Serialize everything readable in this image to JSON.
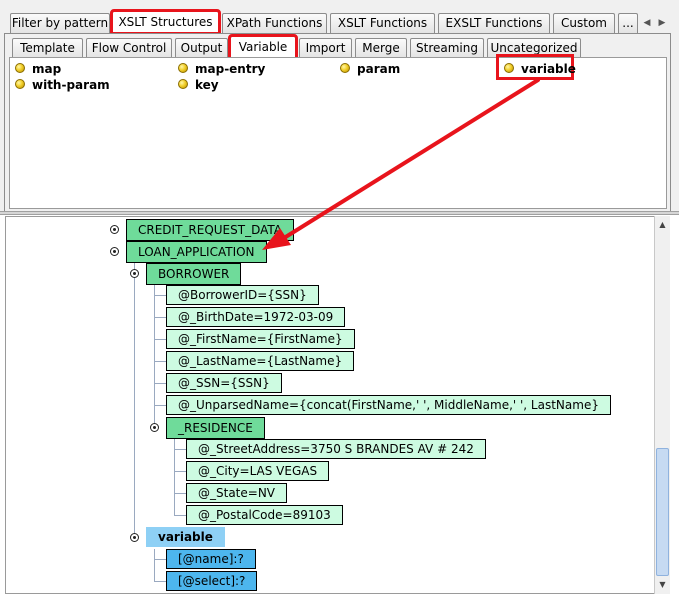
{
  "top_tabs": [
    {
      "label": "Filter by pattern"
    },
    {
      "label": "XSLT Structures"
    },
    {
      "label": "XPath Functions"
    },
    {
      "label": "XSLT Functions"
    },
    {
      "label": "EXSLT Functions"
    },
    {
      "label": "Custom"
    },
    {
      "label": "..."
    }
  ],
  "sub_tabs": [
    {
      "label": "Template"
    },
    {
      "label": "Flow Control"
    },
    {
      "label": "Output"
    },
    {
      "label": "Variable"
    },
    {
      "label": "Import"
    },
    {
      "label": "Merge"
    },
    {
      "label": "Streaming"
    },
    {
      "label": "Uncategorized"
    }
  ],
  "items": [
    {
      "label": "map"
    },
    {
      "label": "map-entry"
    },
    {
      "label": "param"
    },
    {
      "label": "variable"
    },
    {
      "label": "with-param"
    },
    {
      "label": "key"
    }
  ],
  "tree": {
    "credit_request_data": "CREDIT_REQUEST_DATA",
    "loan_application": "LOAN_APPLICATION",
    "borrower": "BORROWER",
    "borrower_attrs": [
      "@BorrowerID={SSN}",
      "@_BirthDate=1972-03-09",
      "@_FirstName={FirstName}",
      "@_LastName={LastName}",
      "@_SSN={SSN}",
      "@_UnparsedName={concat(FirstName,' ', MiddleName,' ', LastName}"
    ],
    "residence": "_RESIDENCE",
    "residence_attrs": [
      "@_StreetAddress=3750 S BRANDES AV # 242",
      "@_City=LAS VEGAS",
      "@_State=NV",
      "@_PostalCode=89103"
    ],
    "variable": "variable",
    "variable_attrs": [
      "[@name]:?",
      "[@select]:?"
    ]
  },
  "colors": {
    "highlight": "#e8141c",
    "element_node": "#6fdb9a",
    "attribute_node": "#cdfbe1",
    "variable_node": "#8ed0f5",
    "variable_attr": "#4db6ee",
    "bullet": "#f2cf2a"
  },
  "icons": {
    "scroll_left": "chevron-left-icon",
    "scroll_right": "chevron-right-icon",
    "bullet": "bullet-icon",
    "tree_toggle": "tree-toggle-icon"
  }
}
